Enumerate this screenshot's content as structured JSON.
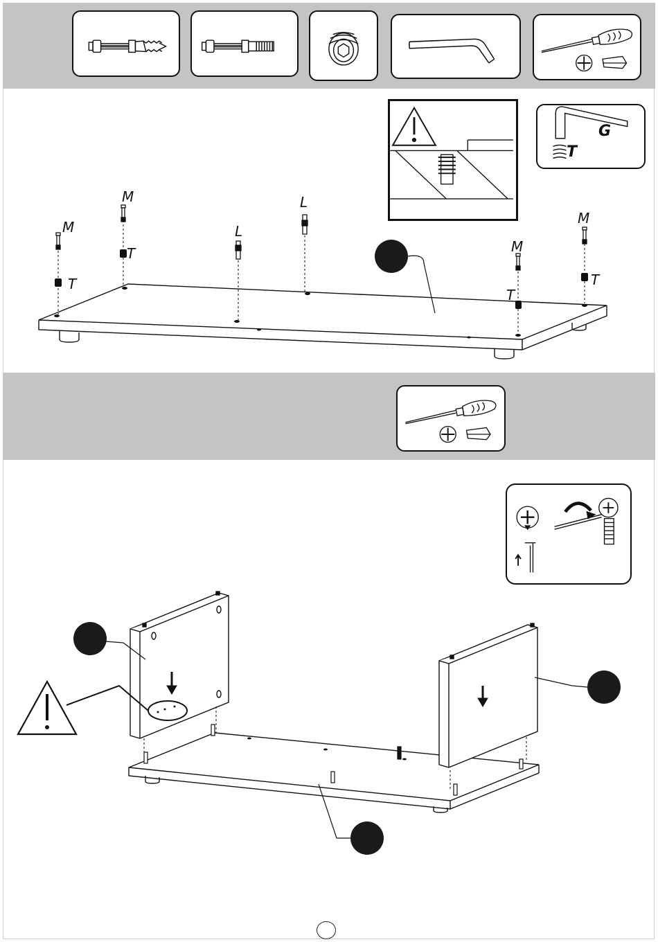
{
  "step1": {
    "hardware": [
      {
        "icon": "long-cam-bolt-icon"
      },
      {
        "icon": "short-cam-bolt-icon"
      },
      {
        "icon": "threaded-insert-icon"
      },
      {
        "icon": "allen-key-icon"
      },
      {
        "icon": "screwdriver-icon"
      }
    ],
    "detail_labels": {
      "key": "G",
      "insert": "T"
    },
    "part_labels": {
      "m1": "M",
      "m2": "M",
      "m3": "M",
      "m4": "M",
      "t1": "T",
      "t2": "T",
      "t3": "T",
      "t4": "T",
      "l1": "L",
      "l2": "L"
    }
  },
  "step2": {
    "tools": [
      {
        "icon": "screwdriver-icon"
      }
    ]
  },
  "colors": {
    "band": "#c4c4c6",
    "ink": "#111111",
    "marker": "#1a1a1a"
  }
}
